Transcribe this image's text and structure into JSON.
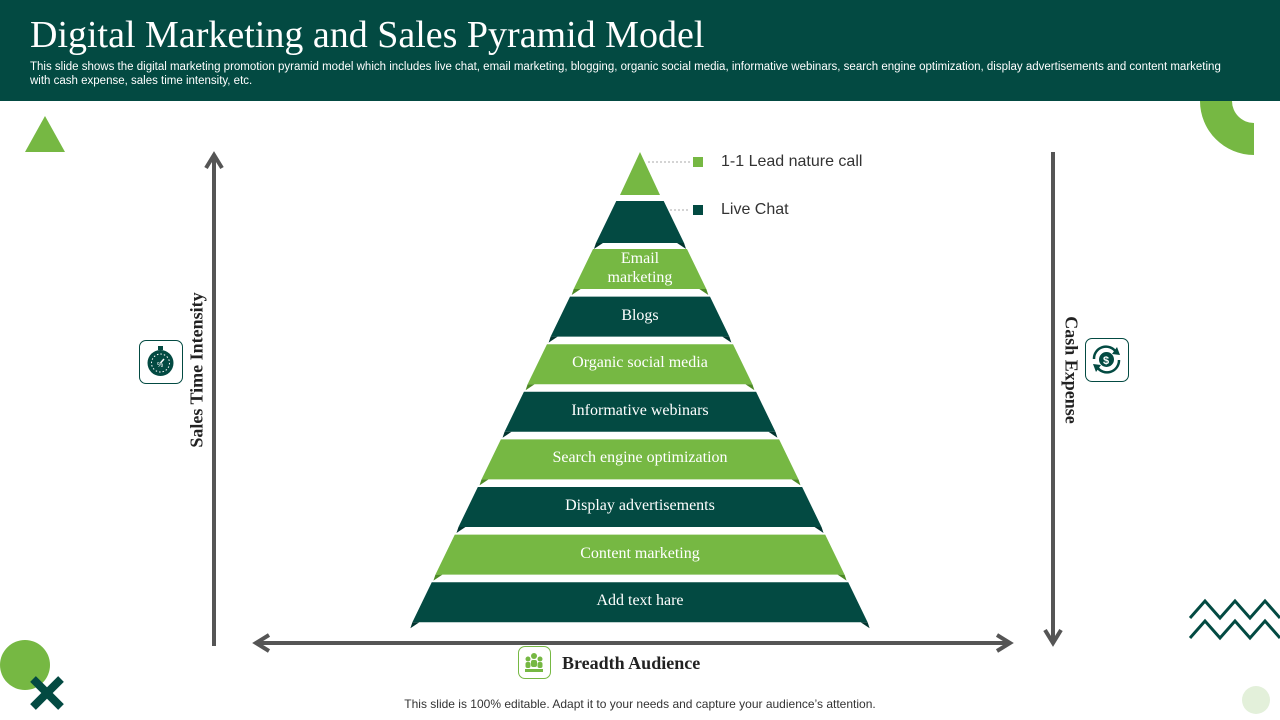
{
  "header": {
    "title": "Digital Marketing and Sales Pyramid Model",
    "subtitle": "This slide shows the digital marketing promotion pyramid model which includes live chat, email marketing, blogging, organic social media, informative webinars, search engine optimization, display advertisements and content marketing with cash expense, sales time intensity, etc."
  },
  "colors": {
    "dark_green": "#034a42",
    "light_green": "#76b843"
  },
  "legend": [
    {
      "label": "1-1 Lead nature call",
      "color": "#76b843"
    },
    {
      "label": "Live Chat",
      "color": "#034a42"
    }
  ],
  "pyramid": {
    "layers": [
      {
        "label": "Email marketing",
        "color": "#76b843"
      },
      {
        "label": "Blogs",
        "color": "#034a42"
      },
      {
        "label": "Organic social media",
        "color": "#76b843"
      },
      {
        "label": "Informative webinars",
        "color": "#034a42"
      },
      {
        "label": "Search engine optimization",
        "color": "#76b843"
      },
      {
        "label": "Display advertisements",
        "color": "#034a42"
      },
      {
        "label": "Content marketing",
        "color": "#76b843"
      },
      {
        "label": "Add text hare",
        "color": "#034a42"
      }
    ]
  },
  "axes": {
    "left_label": "Sales Time Intensity",
    "right_label": "Cash Expense",
    "bottom_label": "Breadth Audience"
  },
  "icons": {
    "left": "stopwatch-icon",
    "right": "dollar-cycle-icon",
    "bottom": "audience-icon"
  },
  "footer": "This slide is 100% editable. Adapt it to your needs and capture your audience’s attention."
}
